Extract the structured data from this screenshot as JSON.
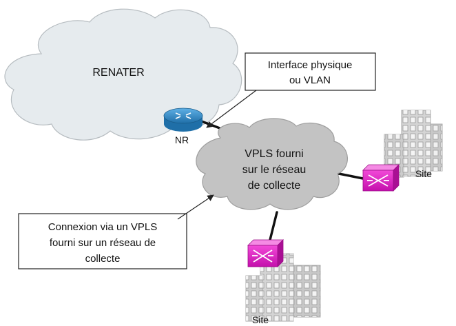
{
  "clouds": {
    "internet": {
      "label": "RENATER"
    },
    "collect": {
      "lines": [
        "VPLS fourni",
        "sur le réseau",
        "de collecte"
      ]
    }
  },
  "router": {
    "label": "NR"
  },
  "sites": {
    "right": {
      "label": "Site"
    },
    "bottom": {
      "label": "Site"
    }
  },
  "callouts": {
    "top": {
      "lines": [
        "Interface physique",
        "ou VLAN"
      ]
    },
    "left": {
      "lines": [
        "Connexion via un VPLS",
        "fourni sur un réseau de",
        "collecte"
      ]
    }
  },
  "colors": {
    "renater_cloud": "#e6ebee",
    "collect_cloud": "#c3c3c3",
    "router": "#2e86c1",
    "switch": "#e01ec8",
    "building": "#c8c8c8"
  }
}
